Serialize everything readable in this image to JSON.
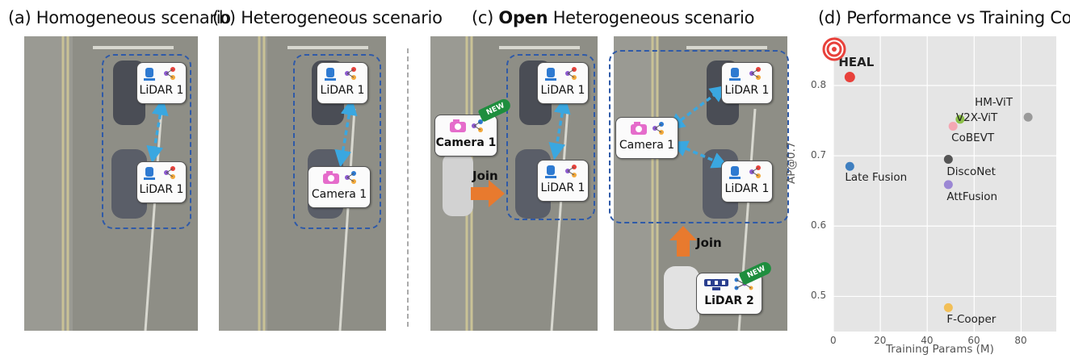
{
  "panels": {
    "a": {
      "title": "(a) Homogeneous scenario"
    },
    "b": {
      "title": "(b) Heterogeneous scenario"
    },
    "c": {
      "title_prefix": "(c) ",
      "title_bold": "Open",
      "title_suffix": " Heterogeneous scenario"
    },
    "d": {
      "title": "(d) Performance vs Training Cost"
    }
  },
  "agents": {
    "a_top": "LiDAR 1",
    "a_bottom": "LiDAR 1",
    "b_top": "LiDAR 1",
    "b_bottom": "Camera 1",
    "c1_new": "Camera 1",
    "c1_top": "LiDAR 1",
    "c1_bottom": "LiDAR 1",
    "c2_camera": "Camera 1",
    "c2_top": "LiDAR 1",
    "c2_bottom": "LiDAR 1",
    "c2_new": "LiDAR 2"
  },
  "tags": {
    "new": "NEW"
  },
  "join": {
    "label": "Join"
  },
  "colors": {
    "dashed_box": "#2f5aa8",
    "arrow_blue": "#3aa7e0",
    "join_arrow": "#e87a2e",
    "new_tag": "#1e8e3e"
  },
  "chart_data": {
    "type": "scatter",
    "title": "(d) Performance vs Training Cost",
    "xlabel": "Training Params (M)",
    "ylabel": "AP@0.7",
    "xlim": [
      0,
      95
    ],
    "ylim": [
      0.45,
      0.87
    ],
    "xticks": [
      "0",
      "20",
      "40",
      "60",
      "80"
    ],
    "yticks": [
      "0.5",
      "0.6",
      "0.7",
      "0.8"
    ],
    "grid": true,
    "points": [
      {
        "name": "HEAL",
        "x": 7,
        "y": 0.812,
        "color": "#e8413b",
        "bold": true
      },
      {
        "name": "Late Fusion",
        "x": 7,
        "y": 0.685,
        "color": "#3f7fc0",
        "bold": false
      },
      {
        "name": "HM-ViT",
        "x": 83,
        "y": 0.755,
        "color": "#9a9a9a",
        "bold": false
      },
      {
        "name": "V2X-ViT",
        "x": 54,
        "y": 0.752,
        "color": "#8dc04a",
        "bold": false
      },
      {
        "name": "CoBEVT",
        "x": 51,
        "y": 0.742,
        "color": "#f4a7b3",
        "bold": false
      },
      {
        "name": "DiscoNet",
        "x": 49,
        "y": 0.695,
        "color": "#555555",
        "bold": false
      },
      {
        "name": "AttFusion",
        "x": 49,
        "y": 0.659,
        "color": "#9b87d4",
        "bold": false
      },
      {
        "name": "F-Cooper",
        "x": 49,
        "y": 0.484,
        "color": "#f2bf57",
        "bold": false
      }
    ]
  }
}
